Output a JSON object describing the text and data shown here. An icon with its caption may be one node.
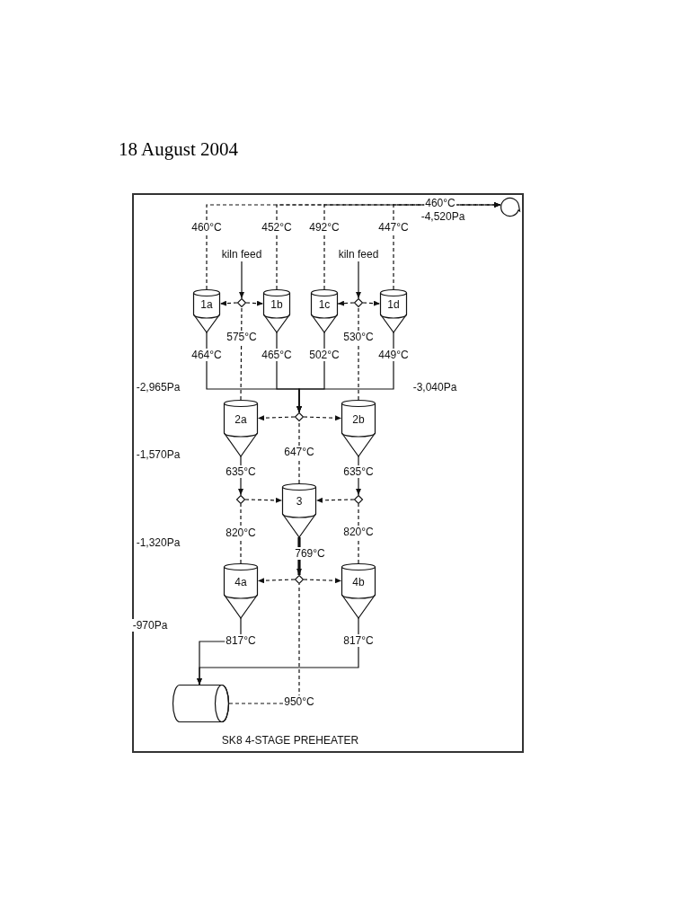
{
  "diagram": {
    "title": "18 August 2004",
    "caption": "SK8 4-STAGE PREHEATER",
    "nodes": [
      {
        "text": [],
        "shape": "circle"
      },
      {
        "text": [
          "kiln feed"
        ]
      },
      {
        "text": [
          "kiln feed"
        ]
      },
      {
        "text": [
          "1a"
        ]
      },
      {
        "text": [],
        "shape": "diamond"
      },
      {
        "text": [
          "1b"
        ]
      },
      {
        "text": [
          "1c"
        ]
      },
      {
        "text": [],
        "shape": "diamond"
      },
      {
        "text": [
          "1d"
        ]
      },
      {
        "text": [
          "2a"
        ]
      },
      {
        "text": [],
        "shape": "diamond"
      },
      {
        "text": [
          "2b"
        ]
      },
      {
        "text": [],
        "shape": "diamond"
      },
      {
        "text": [
          "3"
        ]
      },
      {
        "text": [],
        "shape": "diamond"
      },
      {
        "text": [
          "4a"
        ]
      },
      {
        "text": [],
        "shape": "diamond"
      },
      {
        "text": [
          "4b"
        ]
      },
      {
        "text": [],
        "shape": "cylinder"
      }
    ],
    "edges": [
      {
        "from": 1,
        "to": 4,
        "arrow": "to"
      },
      {
        "from": 4,
        "to": 3,
        "arrow": "to",
        "style": "dashed"
      },
      {
        "from": 4,
        "to": 5,
        "arrow": "to",
        "style": "dashed"
      },
      {
        "from": 2,
        "to": 7,
        "arrow": "to"
      },
      {
        "from": 7,
        "to": 6,
        "arrow": "to",
        "style": "dashed"
      },
      {
        "from": 7,
        "to": 8,
        "arrow": "to",
        "style": "dashed"
      },
      {
        "from": 3,
        "to": 0,
        "arrow": "to",
        "style": "dashed",
        "label": "460°C"
      },
      {
        "from": 5,
        "to": 0,
        "arrow": "to",
        "style": "dashed",
        "label": "452°C"
      },
      {
        "from": 6,
        "to": 0,
        "arrow": "to",
        "style": "dashed",
        "label": "492°C"
      },
      {
        "from": 8,
        "to": 0,
        "arrow": "to",
        "style": "dashed",
        "label": "447°C"
      },
      {
        "from": 9,
        "to": 4,
        "arrow": "none",
        "style": "dashed",
        "label": "575°C"
      },
      {
        "from": 11,
        "to": 7,
        "arrow": "none",
        "style": "dashed",
        "label": "530°C"
      },
      {
        "from": 3,
        "to": 10,
        "arrow": "to",
        "label": "464°C"
      },
      {
        "from": 5,
        "to": 10,
        "arrow": "to",
        "label": "465°C"
      },
      {
        "from": 6,
        "to": 10,
        "arrow": "to",
        "label": "502°C"
      },
      {
        "from": 8,
        "to": 10,
        "arrow": "to",
        "label": "449°C"
      },
      {
        "from": 10,
        "to": 9,
        "arrow": "to",
        "style": "dashed"
      },
      {
        "from": 10,
        "to": 11,
        "arrow": "to",
        "style": "dashed"
      },
      {
        "from": 13,
        "to": 10,
        "arrow": "none",
        "style": "dashed",
        "label": "647°C"
      },
      {
        "from": 9,
        "to": 12,
        "arrow": "to",
        "label": "635°C"
      },
      {
        "from": 11,
        "to": 14,
        "arrow": "to",
        "label": "635°C"
      },
      {
        "from": 12,
        "to": 13,
        "arrow": "to",
        "style": "dashed"
      },
      {
        "from": 14,
        "to": 13,
        "arrow": "to",
        "style": "dashed"
      },
      {
        "from": 15,
        "to": 12,
        "arrow": "none",
        "style": "dashed",
        "label": "820°C"
      },
      {
        "from": 17,
        "to": 14,
        "arrow": "none",
        "style": "dashed",
        "label": "820°C"
      },
      {
        "from": 13,
        "to": 16,
        "arrow": "to",
        "style": "thick",
        "label": "769°C"
      },
      {
        "from": 16,
        "to": 15,
        "arrow": "to",
        "style": "dashed"
      },
      {
        "from": 16,
        "to": 17,
        "arrow": "to",
        "style": "dashed"
      },
      {
        "from": 15,
        "to": 18,
        "arrow": "to",
        "label": "817°C"
      },
      {
        "from": 17,
        "to": 18,
        "arrow": "to",
        "label": "817°C"
      },
      {
        "from": 18,
        "to": 16,
        "arrow": "none",
        "style": "dashed",
        "label": "950°C"
      }
    ],
    "labels": [
      "460°C",
      "-4,520Pa",
      "-2,965Pa",
      "-3,040Pa",
      "-1,570Pa",
      "-1,320Pa",
      "-970Pa"
    ]
  }
}
